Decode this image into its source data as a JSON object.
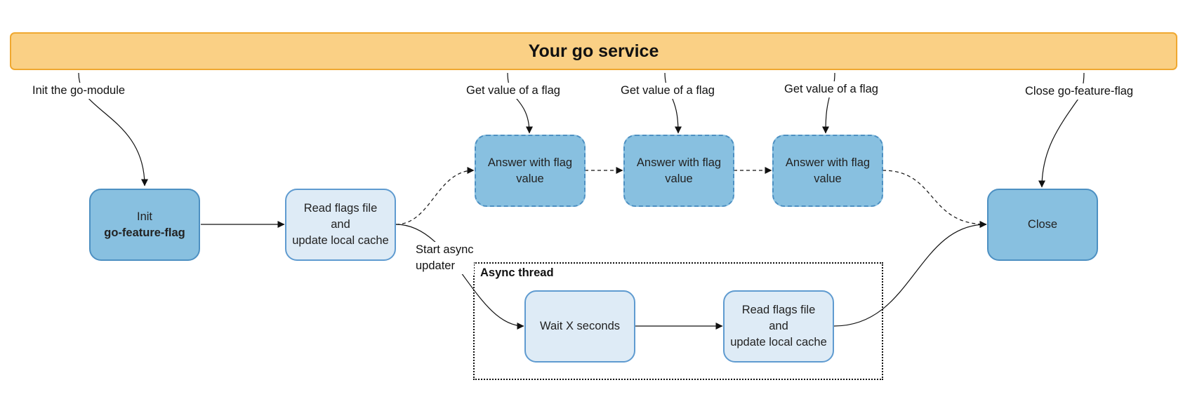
{
  "banner": {
    "title": "Your go service"
  },
  "nodes": {
    "init": {
      "line1": "Init",
      "line2": "go-feature-flag"
    },
    "read1": {
      "line1": "Read flags file",
      "line2": "and",
      "line3": "update local cache"
    },
    "answer1": {
      "line1": "Answer with flag",
      "line2": "value"
    },
    "answer2": {
      "line1": "Answer with flag",
      "line2": "value"
    },
    "answer3": {
      "line1": "Answer with flag",
      "line2": "value"
    },
    "close": {
      "label": "Close"
    },
    "wait": {
      "label": "Wait X seconds"
    },
    "read2": {
      "line1": "Read flags file",
      "line2": "and",
      "line3": "update local cache"
    }
  },
  "labels": {
    "init_module": "Init the go-module",
    "get_value_1": "Get value of a flag",
    "get_value_2": "Get value of a flag",
    "get_value_3": "Get value of a flag",
    "close_flag": "Close go-feature-flag",
    "start_async_line1": "Start async",
    "start_async_line2": "updater"
  },
  "async_frame": {
    "title": "Async thread"
  },
  "colors": {
    "banner_fill": "#fad085",
    "banner_border": "#f0a830",
    "node_dark": "#88c0e0",
    "node_light": "#deebf6",
    "node_border": "#4d90c2",
    "edge": "#111111"
  }
}
